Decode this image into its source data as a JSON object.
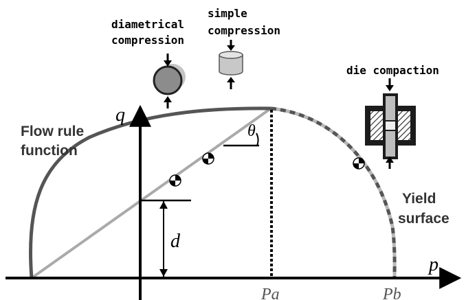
{
  "labels": {
    "q_axis": "q",
    "p_axis": "p",
    "theta": "θ",
    "d": "d",
    "pa": "Pa",
    "pb": "Pb",
    "flow_rule_line1": "Flow rule",
    "flow_rule_line2": "function",
    "yield_line1": "Yield",
    "yield_line2": "surface",
    "diametrical_line1": "diametrical",
    "diametrical_line2": "compression",
    "simple_line1": "simple",
    "simple_line2": "compression",
    "die_compaction": "die compaction"
  },
  "colors": {
    "flow_rule_curve": "#555555",
    "yield_curve_dark": "#555555",
    "yield_curve_light": "#b8b8b8",
    "drucker_prager_line": "#aaaaaa",
    "axis": "#000000",
    "specimen_fill": "#8c8c8c",
    "cylinder_fill": "#c8c8c8"
  },
  "icons": [
    "diametrical-compression-icon",
    "simple-compression-icon",
    "die-compaction-icon",
    "test-marker-icon"
  ]
}
